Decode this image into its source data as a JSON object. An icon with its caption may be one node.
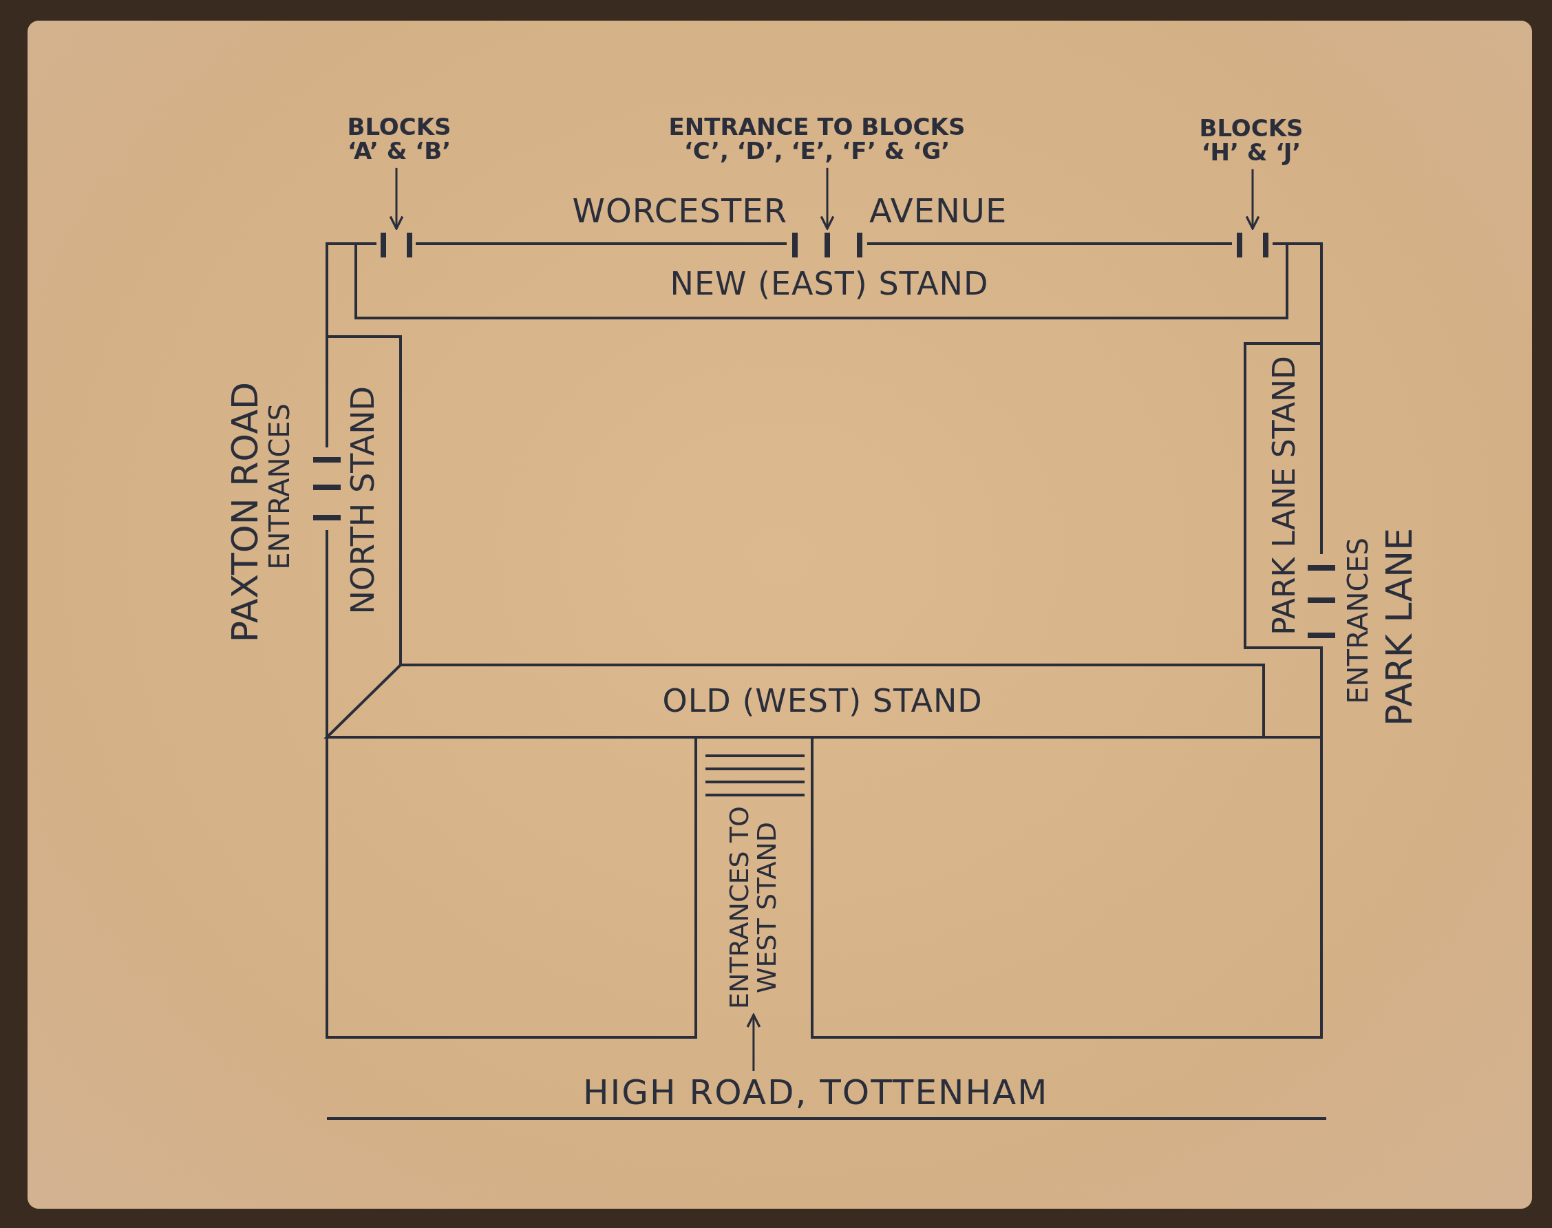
{
  "diagram": {
    "nodes": [
      {
        "text": [
          "BLOCKS ‘A’ & ‘B’"
        ]
      },
      {
        "text": [
          "ENTRANCE TO BLOCKS ‘C’, ‘D’, ‘E’, ‘F’ & ‘G’"
        ]
      },
      {
        "text": [
          "BLOCKS ‘H’ & ‘J’"
        ]
      },
      {
        "text": [],
        "shape": "bar"
      },
      {
        "text": [],
        "shape": "bar"
      },
      {
        "text": [],
        "shape": "bar"
      },
      {
        "text": [
          "NEW (EAST) STAND"
        ]
      },
      {
        "text": [
          "NORTH STAND"
        ]
      },
      {
        "text": [
          "PARK LANE STAND"
        ]
      },
      {
        "text": [
          "OLD (WEST) STAND"
        ]
      },
      {
        "text": [],
        "shape": "box"
      },
      {
        "text": [
          "ENTRANCES TO WEST STAND"
        ]
      },
      {
        "text": [],
        "shape": "box"
      },
      {
        "text": [
          "HIGH ROAD, TOTTENHAM"
        ]
      }
    ],
    "edges": [
      {
        "from": 0,
        "to": 3,
        "arrow": "to"
      },
      {
        "from": 1,
        "to": 4,
        "arrow": "to"
      },
      {
        "from": 2,
        "to": 5,
        "arrow": "to"
      },
      {
        "from": 13,
        "to": 11,
        "arrow": "to"
      }
    ],
    "labels": [
      "WORCESTER",
      "AVENUE",
      "PAXTON ROAD",
      "ENTRANCES",
      "ENTRANCES",
      "PARK LANE"
    ]
  }
}
